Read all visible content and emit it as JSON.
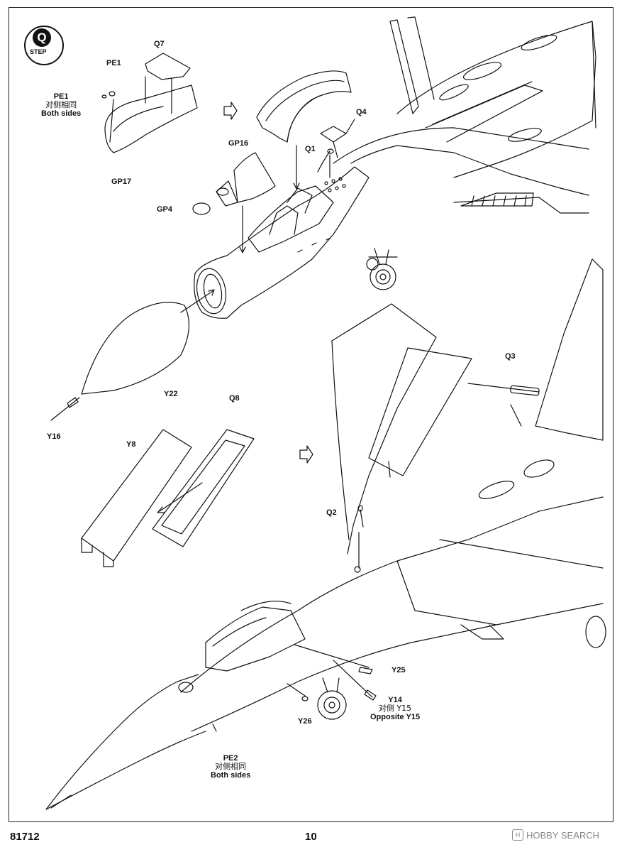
{
  "step": {
    "number": "Q",
    "word": "STEP"
  },
  "labels": {
    "pe1_top": "PE1",
    "q7": "Q7",
    "pe1_side": "PE1",
    "same_both": "对侧相同",
    "both_sides": "Both sides",
    "gp17": "GP17",
    "q4": "Q4",
    "q1": "Q1",
    "gp16": "GP16",
    "gp4": "GP4",
    "y22": "Y22",
    "y16": "Y16",
    "q8": "Q8",
    "y8": "Y8",
    "q3": "Q3",
    "q2": "Q2",
    "y25": "Y25",
    "y14": "Y14",
    "opposite_cn": "对侧 Y15",
    "opposite_en": "Opposite Y15",
    "y26": "Y26",
    "pe2": "PE2",
    "pe2_cn": "对侧相同",
    "pe2_en": "Both sides"
  },
  "footer": {
    "code": "81712",
    "page": "10",
    "watermark": "HOBBY SEARCH",
    "watermark_glyph": "H"
  }
}
